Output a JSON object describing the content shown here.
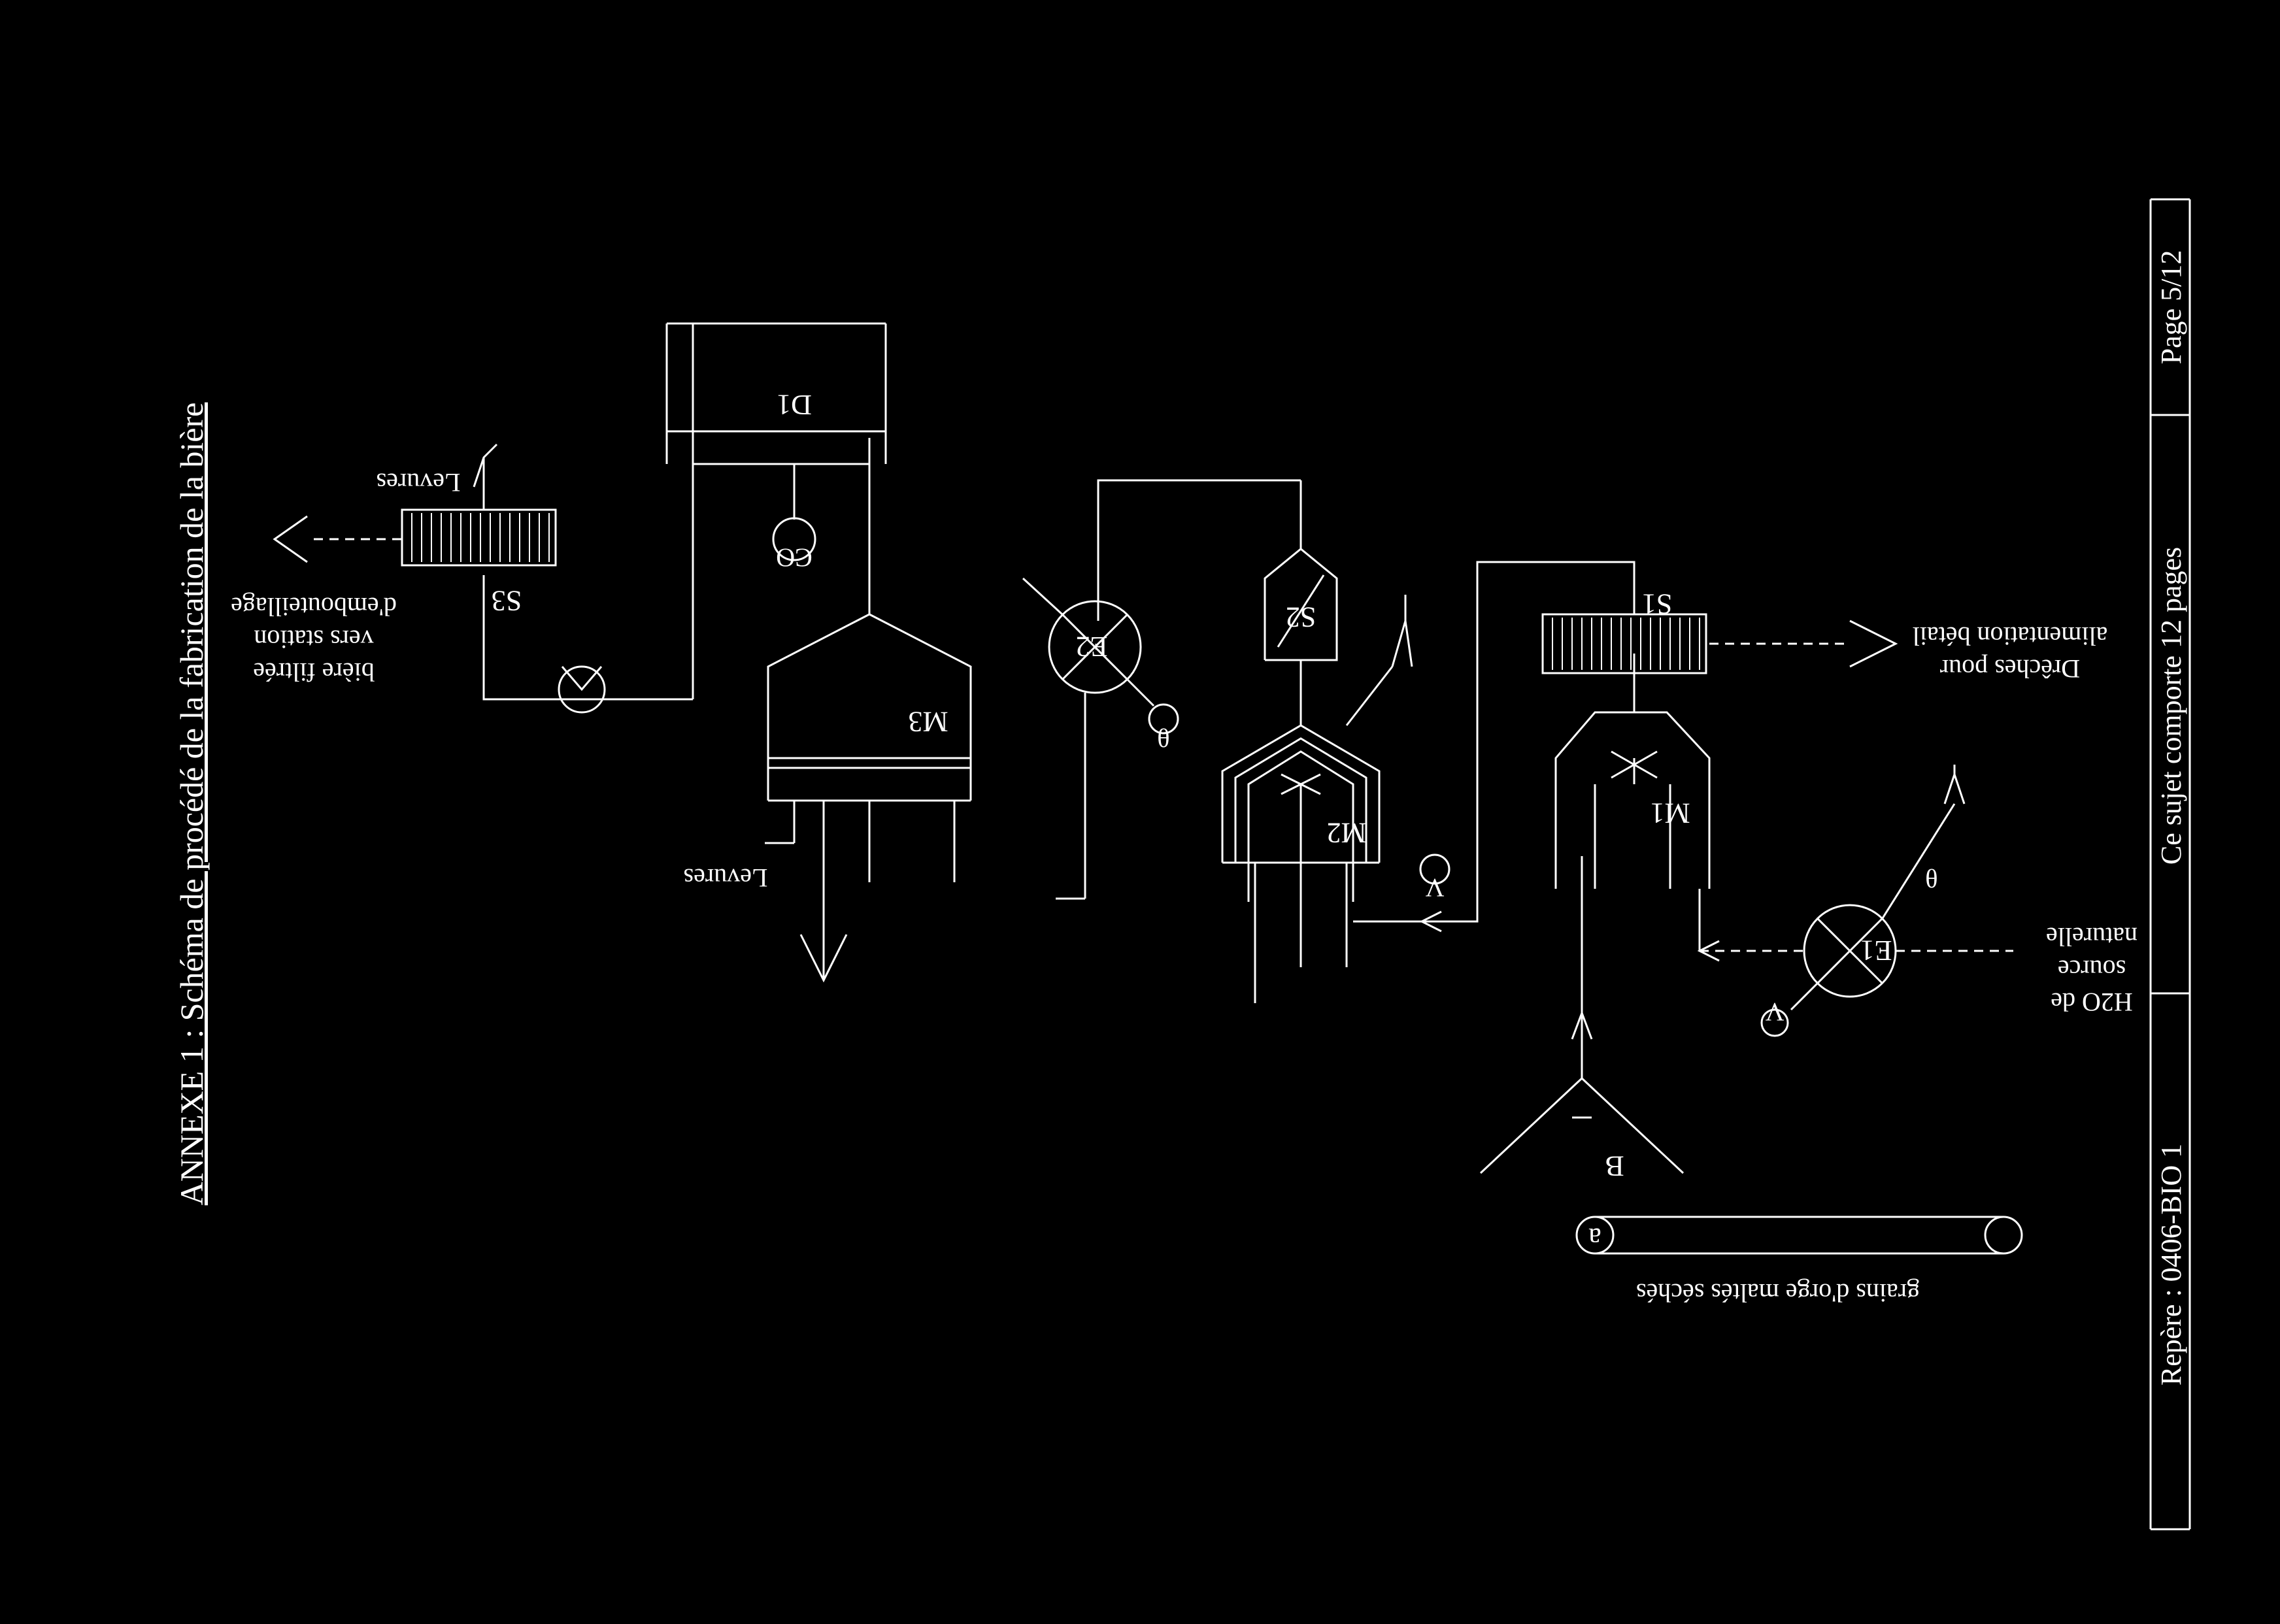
{
  "title": "ANNEXE 1 : Schéma de procédé de la fabrication de la bière",
  "footer": {
    "reference": "Repère : 0406-BIO 1",
    "page_count_note": "Ce sujet comporte 12 pages",
    "page": "Page 5/12"
  },
  "equipment": {
    "M1": "M1",
    "M2": "M2",
    "M3": "M3",
    "S1": "S1",
    "S2": "S2",
    "S3": "S3",
    "E1": "E1",
    "E2": "E2",
    "D1": "D1",
    "B": "B"
  },
  "instruments": {
    "co2": "CO",
    "theta": "θ",
    "v": "V",
    "a": "a"
  },
  "labels": {
    "barley": "grains d'orge maltés séchés",
    "water_line1": "H2O de",
    "water_line2": "source",
    "water_line3": "naturelle",
    "drech_line1": "Drêches pour",
    "drech_line2": "alimentation bétail",
    "yeast_top": "Levures",
    "yeast_mid": "Levures",
    "beer_line1": "bière filtrée",
    "beer_line2": "vers station",
    "beer_line3": "d'embouteillage"
  }
}
